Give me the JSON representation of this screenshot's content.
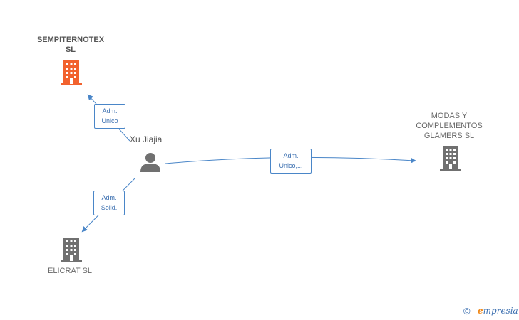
{
  "nodes": {
    "sempiternotex": {
      "label_line1": "SEMPITERNOTEX",
      "label_line2": "SL",
      "color": "#f2622e"
    },
    "modas": {
      "label_line1": "MODAS Y",
      "label_line2": "COMPLEMENTOS",
      "label_line3": "GLAMERS  SL",
      "color": "#707070"
    },
    "elicrat": {
      "label": "ELICRAT SL",
      "color": "#707070"
    },
    "person": {
      "label": "Xu Jiajia",
      "color": "#707070"
    }
  },
  "edges": {
    "to_sempiternotex": {
      "line1": "Adm.",
      "line2": "Unico"
    },
    "to_modas": {
      "line1": "Adm.",
      "line2": "Unico,..."
    },
    "to_elicrat": {
      "line1": "Adm.",
      "line2": "Solid."
    }
  },
  "footer": {
    "copyright": "©",
    "brand_initial": "e",
    "brand_rest": "mpresia"
  },
  "colors": {
    "edge": "#4a86c8",
    "accent_company": "#f2622e",
    "company": "#707070"
  }
}
